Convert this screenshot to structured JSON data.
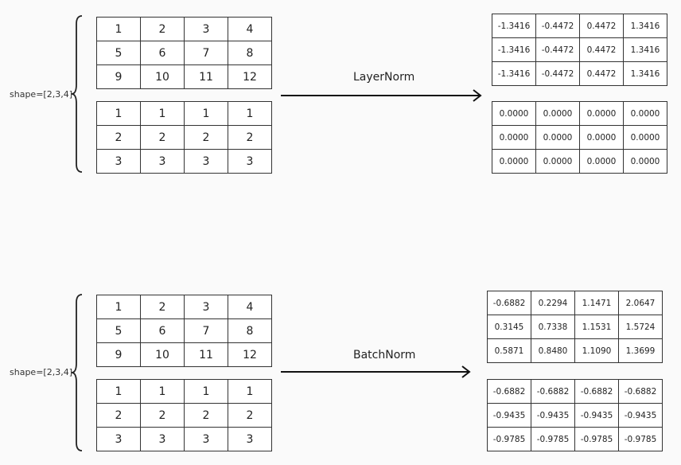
{
  "panels": [
    {
      "shape_label": "shape=[2,3,4]",
      "operation": "LayerNorm",
      "inputs": [
        [
          [
            "1",
            "2",
            "3",
            "4"
          ],
          [
            "5",
            "6",
            "7",
            "8"
          ],
          [
            "9",
            "10",
            "11",
            "12"
          ]
        ],
        [
          [
            "1",
            "1",
            "1",
            "1"
          ],
          [
            "2",
            "2",
            "2",
            "2"
          ],
          [
            "3",
            "3",
            "3",
            "3"
          ]
        ]
      ],
      "outputs": [
        [
          [
            "-1.3416",
            "-0.4472",
            "0.4472",
            "1.3416"
          ],
          [
            "-1.3416",
            "-0.4472",
            "0.4472",
            "1.3416"
          ],
          [
            "-1.3416",
            "-0.4472",
            "0.4472",
            "1.3416"
          ]
        ],
        [
          [
            "0.0000",
            "0.0000",
            "0.0000",
            "0.0000"
          ],
          [
            "0.0000",
            "0.0000",
            "0.0000",
            "0.0000"
          ],
          [
            "0.0000",
            "0.0000",
            "0.0000",
            "0.0000"
          ]
        ]
      ]
    },
    {
      "shape_label": "shape=[2,3,4]",
      "operation": "BatchNorm",
      "inputs": [
        [
          [
            "1",
            "2",
            "3",
            "4"
          ],
          [
            "5",
            "6",
            "7",
            "8"
          ],
          [
            "9",
            "10",
            "11",
            "12"
          ]
        ],
        [
          [
            "1",
            "1",
            "1",
            "1"
          ],
          [
            "2",
            "2",
            "2",
            "2"
          ],
          [
            "3",
            "3",
            "3",
            "3"
          ]
        ]
      ],
      "outputs": [
        [
          [
            "-0.6882",
            "0.2294",
            "1.1471",
            "2.0647"
          ],
          [
            "0.3145",
            "0.7338",
            "1.1531",
            "1.5724"
          ],
          [
            "0.5871",
            "0.8480",
            "1.1090",
            "1.3699"
          ]
        ],
        [
          [
            "-0.6882",
            "-0.6882",
            "-0.6882",
            "-0.6882"
          ],
          [
            "-0.9435",
            "-0.9435",
            "-0.9435",
            "-0.9435"
          ],
          [
            "-0.9785",
            "-0.9785",
            "-0.9785",
            "-0.9785"
          ]
        ]
      ]
    }
  ]
}
